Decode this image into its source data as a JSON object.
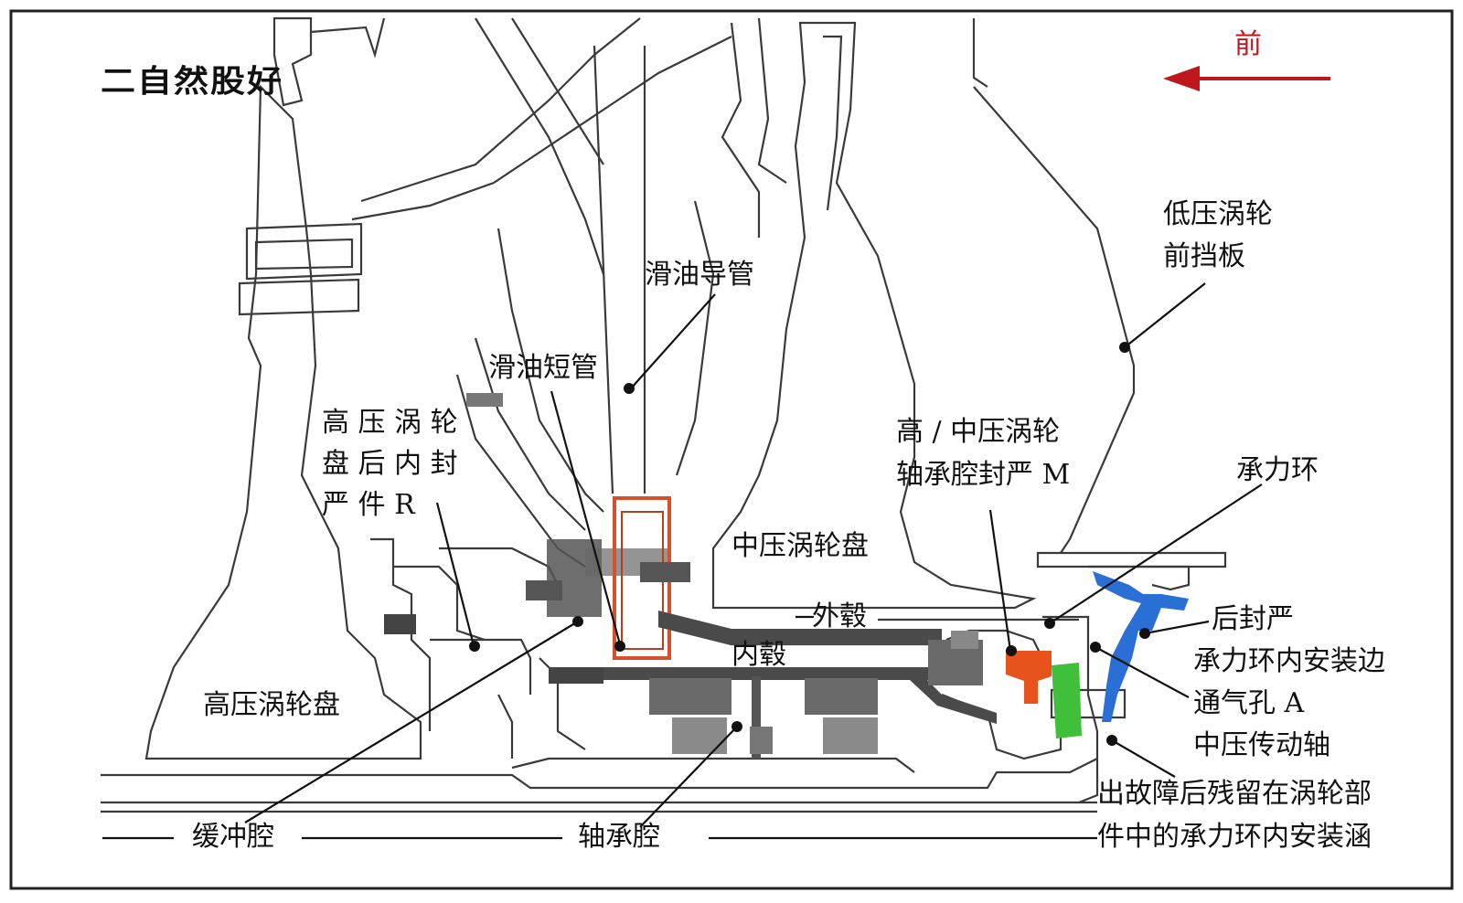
{
  "direction": {
    "label": "前",
    "color": "#c0161e"
  },
  "header_garble": "二自然股好",
  "labels": {
    "oil_guide_tube": "滑油导管",
    "oil_short_tube": "滑油短管",
    "hpt_rear_seal_l1": "高 压 涡 轮",
    "hpt_rear_seal_l2": "盘 后 内 封",
    "hpt_rear_seal_l3": "严 件 R",
    "hpt_disk": "高压涡轮盘",
    "ipt_disk": "中压涡轮盘",
    "outer_hub": "外毂",
    "inner_hub": "内毂",
    "bearing_seal_l1": "高 / 中压涡轮",
    "bearing_seal_l2": "轴承腔封严 M",
    "lpt_baffle_l1": "低压涡轮",
    "lpt_baffle_l2": "前挡板",
    "load_ring": "承力环",
    "rear_seal": "后封严",
    "load_ring_flange": "承力环内安装边",
    "vent_hole": "通气孔 A",
    "ip_shaft": "中压传动轴",
    "residual_l1": "出故障后残留在涡轮部",
    "residual_l2": "件中的承力环内安装涵",
    "buffer_cavity": "缓冲腔",
    "bearing_cavity": "轴承腔"
  },
  "colors": {
    "outline": "#3a3a3a",
    "leader": "#111111",
    "part_dark": "#4a4a4a",
    "part_mid": "#8a8a8a",
    "part_light": "#c9c9c9",
    "oil_tube_highlight": "#d8502a",
    "seal_orange": "#e8531d",
    "ring_green": "#3fbf3a",
    "seal_blue": "#2a6fd6"
  }
}
